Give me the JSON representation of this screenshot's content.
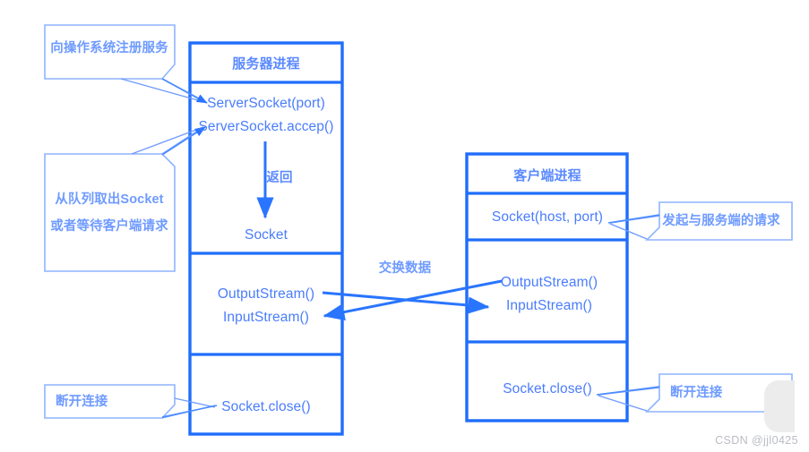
{
  "diagram": {
    "title_server": "服务器进程",
    "title_client": "客户端进程",
    "middle_label": "交换数据",
    "return_label": "返回"
  },
  "server_process": {
    "header": "服务器进程",
    "steps": [
      "ServerSocket(port)",
      "ServerSocket.accep()",
      "Socket",
      "OutputStream()",
      "InputStream()",
      "Socket.close()"
    ]
  },
  "client_process": {
    "header": "客户端进程",
    "steps": [
      "Socket(host, port)",
      "OutputStream()",
      "InputStream()",
      "Socket.close()"
    ]
  },
  "notes": [
    {
      "id": "note-register-service",
      "lines": [
        "向操作系统注册服务"
      ],
      "align": "center"
    },
    {
      "id": "note-dequeue-socket",
      "lines": [
        "从队列取出Socket",
        "或者等待客户端请求"
      ],
      "align": "center"
    },
    {
      "id": "note-disconnect-server",
      "lines": [
        "断开连接"
      ],
      "align": "left"
    },
    {
      "id": "note-request-to-server",
      "lines": [
        "发起与服务端的请求"
      ],
      "align": "center"
    },
    {
      "id": "note-disconnect-client",
      "lines": [
        "断开连接"
      ],
      "align": "left"
    }
  ],
  "watermark": {
    "text": "CSDN @jjl0425"
  },
  "colors": {
    "box_border": "#1f6dfb",
    "note_border": "#8fb4ff",
    "text": "#4a7dfc",
    "arrow": "#2a75ff",
    "watermark": "#b9bcc2"
  }
}
